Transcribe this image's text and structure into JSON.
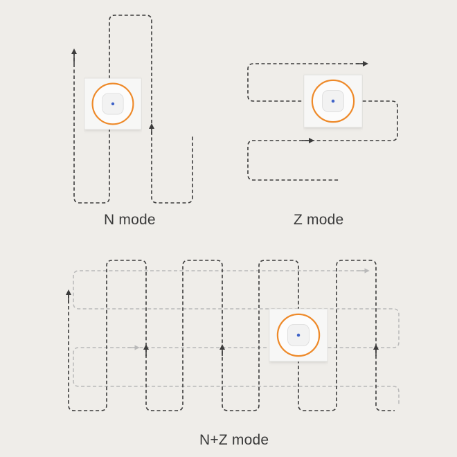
{
  "modes": {
    "n_mode": {
      "label": "N mode"
    },
    "z_mode": {
      "label": "Z mode"
    },
    "nz_mode": {
      "label": "N+Z mode"
    }
  },
  "icons": {
    "device": "smart-sensor-icon"
  },
  "colors": {
    "background": "#efede9",
    "path_dark": "#3b3b3b",
    "path_light": "#b9b9b9",
    "device_ring": "#ee8a2a",
    "device_led": "#3f63c8",
    "device_body": "#fbfbfb"
  }
}
